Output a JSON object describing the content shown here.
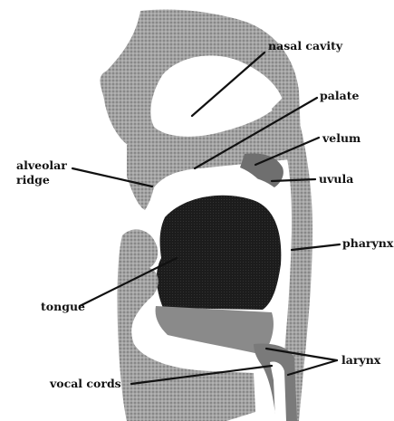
{
  "labels": {
    "nasal_cavity": "nasal cavity",
    "palate": "palate",
    "velum": "velum",
    "alveolar_ridge_line1": "alveolar",
    "alveolar_ridge_line2": "ridge",
    "uvula": "uvula",
    "pharynx": "pharynx",
    "tongue": "tongue",
    "larynx": "larynx",
    "vocal_cords": "vocal cords"
  },
  "colors": {
    "tissue": "#a3a3a3",
    "tissue_dark": "#6f6f6f",
    "tongue": "#1c1c1c",
    "cavity": "#ffffff",
    "ink": "#111111"
  }
}
